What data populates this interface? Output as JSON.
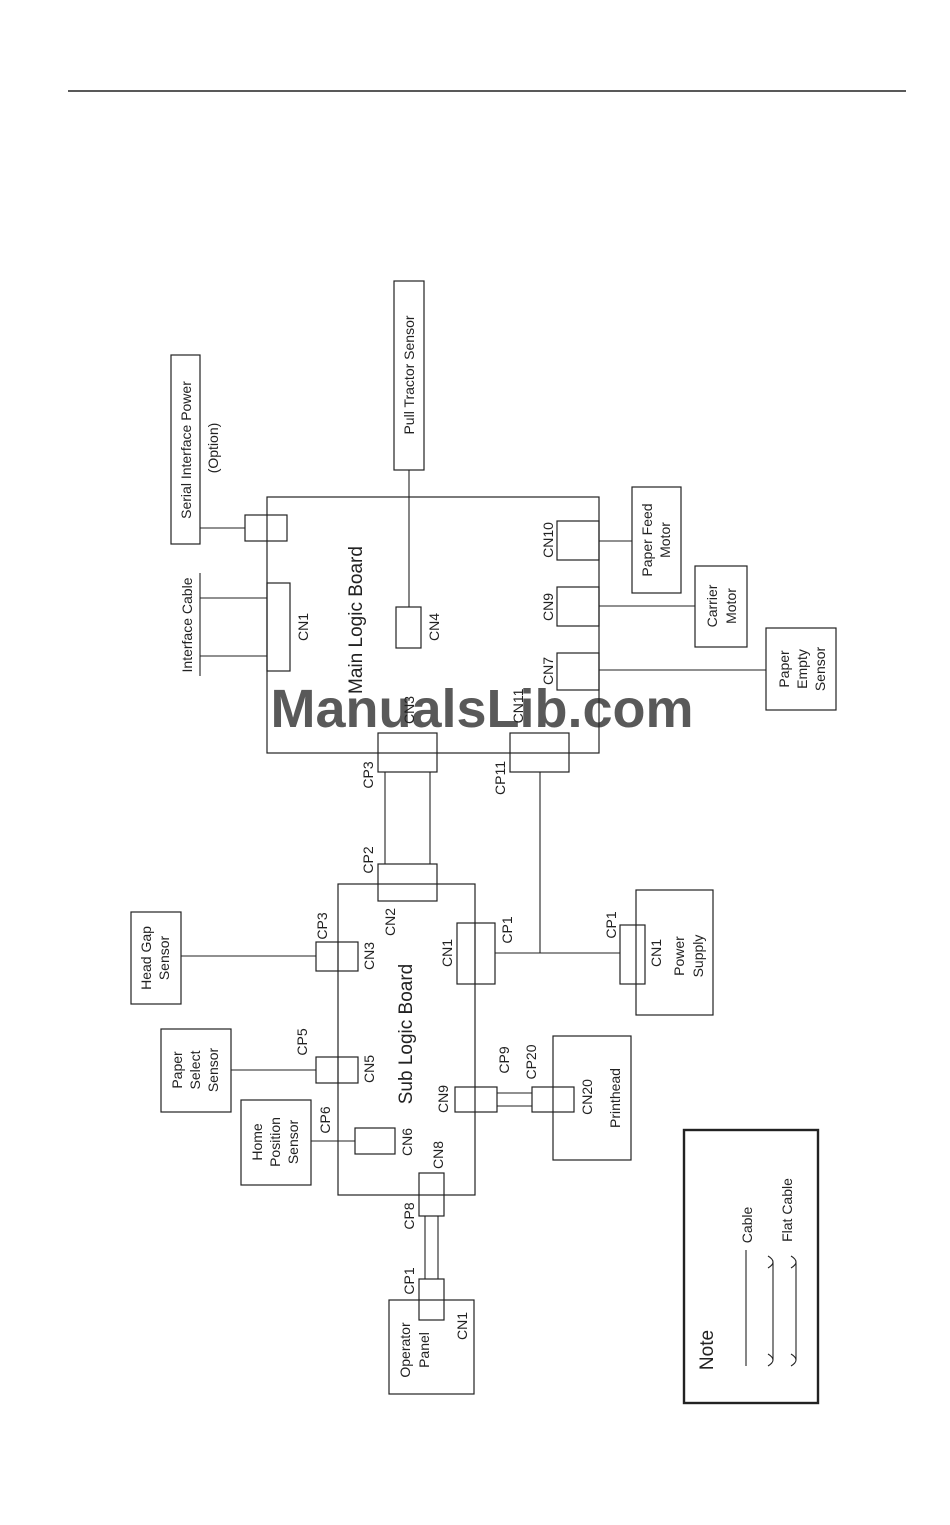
{
  "watermark": "ManualsLib.com",
  "boards": {
    "main": "Main Logic Board",
    "sub": "Sub Logic Board"
  },
  "main_connectors": {
    "cn1": "CN1",
    "cn3": "CN3",
    "cn4": "CN4",
    "cn7": "CN7",
    "cn9": "CN9",
    "cn10": "CN10",
    "cn11": "CN11",
    "cp3": "CP3",
    "cp11": "CP11"
  },
  "sub_connectors": {
    "cn1": "CN1",
    "cn2": "CN2",
    "cn3": "CN3",
    "cn5": "CN5",
    "cn6": "CN6",
    "cn8": "CN8",
    "cn9": "CN9",
    "cp1": "CP1",
    "cp2": "CP2",
    "cp3": "CP3",
    "cp5": "CP5",
    "cp6": "CP6",
    "cp8": "CP8",
    "cp9": "CP9",
    "cp20": "CP20"
  },
  "components": {
    "interface_cable": "Interface Cable",
    "serial_power": "Serial Interface Power",
    "serial_power_option": "(Option)",
    "pull_tractor": "Pull Tractor Sensor",
    "paper_feed_motor": [
      "Paper Feed",
      "Motor"
    ],
    "carrier_motor": [
      "Carrier",
      "Motor"
    ],
    "paper_empty_sensor": [
      "Paper",
      "Empty",
      "Sensor"
    ],
    "head_gap_sensor": [
      "Head Gap",
      "Sensor"
    ],
    "paper_select_sensor": [
      "Paper",
      "Select",
      "Sensor"
    ],
    "home_position_sensor": [
      "Home",
      "Position",
      "Sensor"
    ],
    "power_supply": [
      "Power",
      "Supply"
    ],
    "power_supply_cn1": "CN1",
    "power_supply_cp1": "CP1",
    "printhead": "Printhead",
    "printhead_cn20": "CN20",
    "operator_panel": [
      "Operator",
      "Panel"
    ],
    "operator_panel_cn1": "CN1",
    "operator_panel_cp1": "CP1"
  },
  "legend": {
    "title": "Note",
    "cable": "Cable",
    "flat_cable": "Flat Cable"
  }
}
